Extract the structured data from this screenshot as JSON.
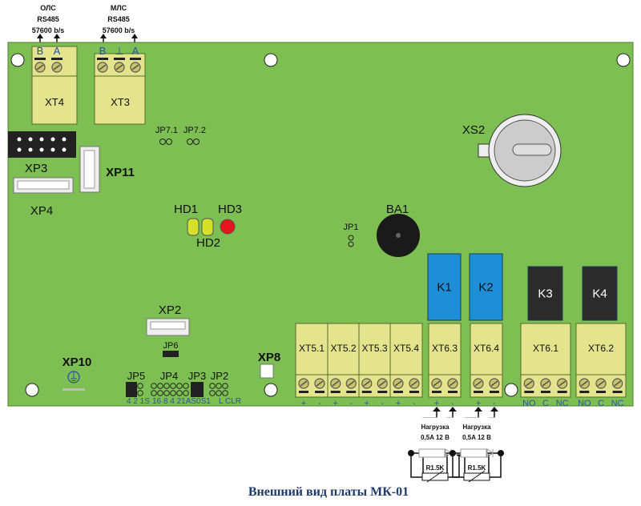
{
  "colors": {
    "board": "#7dbf52",
    "terminal": "#e3e48c",
    "relay_blue": "#1e8fd6",
    "relay_black": "#2b2b2b",
    "led_yellow": "#d4e02a",
    "led_red": "#e8141c",
    "label_blue": "#2a4fa8",
    "caption": "#1f3a6b"
  },
  "ports": {
    "ols": {
      "name": "ОЛС",
      "proto": "RS485",
      "baud": "57600 b/s"
    },
    "mls": {
      "name": "МЛС",
      "proto": "RS485",
      "baud": "57600 b/s"
    }
  },
  "xt4": {
    "label": "XT4",
    "pins": [
      "B",
      "A"
    ]
  },
  "xt3": {
    "label": "XT3",
    "pins": [
      "B",
      "⊥",
      "A"
    ]
  },
  "components": {
    "jp7_1": "JP7.1",
    "jp7_2": "JP7.2",
    "xp3": "XP3",
    "xp11": "XP11",
    "xp4": "XP4",
    "hd1": "HD1",
    "hd2": "HD2",
    "hd3": "HD3",
    "jp1": "JP1",
    "ba1": "BA1",
    "xs2": "XS2",
    "xp2": "XP2",
    "jp6": "JP6",
    "xp10": "XP10",
    "xp8": "XP8",
    "jp5": "JP5",
    "jp4": "JP4",
    "jp3": "JP3",
    "jp2": "JP2"
  },
  "jumper_legends": {
    "jp5": "4 2 1S",
    "jp4": "16 8 4 21AS0S1",
    "jp2": "L CLR"
  },
  "relays": [
    {
      "label": "K1",
      "color": "blue"
    },
    {
      "label": "K2",
      "color": "blue"
    },
    {
      "label": "K3",
      "color": "black"
    },
    {
      "label": "K4",
      "color": "black"
    }
  ],
  "terminals": [
    {
      "label": "XT5.1",
      "pins": [
        "+",
        "-"
      ]
    },
    {
      "label": "XT5.2",
      "pins": [
        "+",
        "-"
      ]
    },
    {
      "label": "XT5.3",
      "pins": [
        "+",
        "-"
      ]
    },
    {
      "label": "XT5.4",
      "pins": [
        "+",
        "-"
      ]
    },
    {
      "label": "XT6.3",
      "pins": [
        "+",
        "-"
      ]
    },
    {
      "label": "XT6.4",
      "pins": [
        "+",
        "-"
      ]
    },
    {
      "label": "XT6.1",
      "pins": [
        "NO",
        "C",
        "NC"
      ]
    },
    {
      "label": "XT6.2",
      "pins": [
        "NO",
        "C",
        "NC"
      ]
    }
  ],
  "loads": [
    {
      "title": "Нагрузка",
      "rating": "0,5A 12 B",
      "resistor": "R1.5K"
    },
    {
      "title": "Нагрузка",
      "rating": "0,5A 12 B",
      "resistor": "R1.5K"
    }
  ],
  "caption": "Внешний вид платы МК-01"
}
